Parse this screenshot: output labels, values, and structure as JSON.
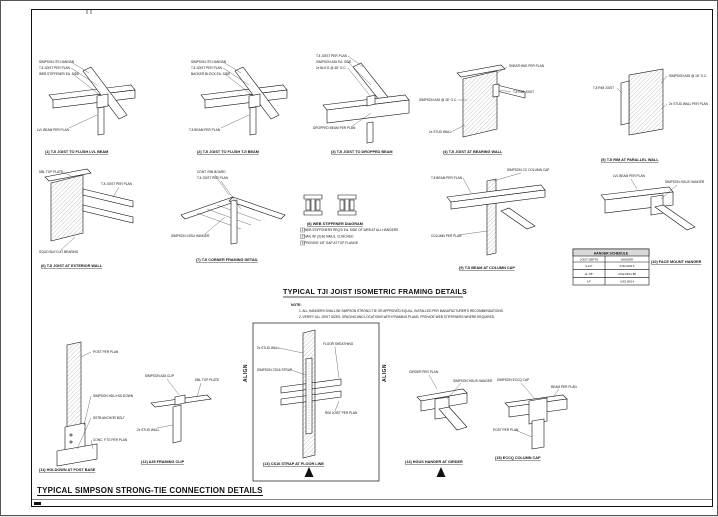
{
  "titles": {
    "framing": "TYPICAL TJI JOIST ISOMETRIC FRAMING DETAILS",
    "connection": "TYPICAL SIMPSON STRONG-TIE CONNECTION DETAILS"
  },
  "general_notes": {
    "label": "NOTE:",
    "line1": "1. ALL HANGERS SHALL BE SIMPSON STRONG-TIE OR APPROVED EQUAL, INSTALLED PER MANUFACTURER'S RECOMMENDATIONS.",
    "line2": "2. VERIFY ALL JOIST SIZES, SPACING AND LOCATIONS WITH FRAMING PLANS. PROVIDE WEB STIFFENERS WHERE REQUIRED."
  },
  "align_label": "ALIGN",
  "hanger_schedule": {
    "title": "HANGER SCHEDULE",
    "col1": "JOIST DEPTH",
    "col2": "HANGER",
    "rows": [
      {
        "joist": "9-1/2\"",
        "hanger": "IUS2.06/9.5"
      },
      {
        "joist": "11-7/8\"",
        "hanger": "IUS2.06/11.88"
      },
      {
        "joist": "14\"",
        "hanger": "IUS2.06/14"
      }
    ]
  },
  "details": {
    "d1": {
      "caption": "(1) TJI JOIST TO FLUSH LVL BEAM",
      "callouts": [
        "SIMPSON ITS HANGER",
        "TJI JOIST PER PLAN",
        "WEB STIFFENER EA. SIDE",
        "LVL BEAM PER PLAN"
      ]
    },
    "d2": {
      "caption": "(2) TJI JOIST TO FLUSH TJI BEAM",
      "callouts": [
        "SIMPSON ITS HANGER",
        "TJI JOIST PER PLAN",
        "BACKER BLOCK EA. SIDE",
        "TJI BEAM PER PLAN"
      ]
    },
    "d3": {
      "caption": "(3) TJI JOIST TO DROPPED BEAM",
      "callouts": [
        "TJI JOIST PER PLAN",
        "SIMPSON A35 EA. SIDE",
        "2x BLK'G @ 48\" O.C.",
        "DROPPED BEAM PER PLAN"
      ]
    },
    "d4": {
      "caption": "(4) TJI JOIST AT BEARING WALL",
      "callouts": [
        "SHEATHING PER PLAN",
        "TJI RIM JOIST",
        "SIMPSON A35 @ 16\" O.C.",
        "2x STUD WALL"
      ]
    },
    "d5": {
      "caption": "(5) TJI RIM AT PARALLEL WALL",
      "callouts": [
        "TJI RIM JOIST",
        "SIMPSON A35 @ 16\" O.C.",
        "2x STUD WALL PER PLAN"
      ]
    },
    "d6": {
      "caption": "(6) TJI JOIST AT EXTERIOR WALL",
      "callouts": [
        "DBL TOP PLATE",
        "TJI JOIST PER PLAN",
        "SOLID BLK'G AT BEARING"
      ]
    },
    "d7": {
      "caption": "(7) TJI CORNER FRAMING DETAIL",
      "callouts": [
        "CONT. RIM BOARD",
        "TJI JOIST PER PLAN",
        "SIMPSON LSSU HANGER"
      ]
    },
    "d8": {
      "caption": "(8) WEB STIFFENER DIAGRAM",
      "notes": [
        "1   WEB STIFFENERS REQ'D EA. SIDE OF WEB AT ALL HANGERS",
        "2   NAIL W/ (3) 8d NAILS, CLINCHED",
        "3   PROVIDE 1/8\" GAP AT TOP FLANGE"
      ]
    },
    "d9": {
      "caption": "(9) TJI BEAM AT COLUMN CAP",
      "callouts": [
        "TJI BEAM PER PLAN",
        "SIMPSON CC COLUMN CAP",
        "COLUMN PER PLAN"
      ]
    },
    "d10": {
      "caption": "(10) FACE MOUNT HANGER",
      "callouts": [
        "LVL BEAM PER PLAN",
        "SIMPSON HGUS HANGER"
      ]
    },
    "d11": {
      "caption": "(11) HOLDOWN AT POST BASE",
      "callouts": [
        "POST PER PLAN",
        "SIMPSON HDU HOLDOWN",
        "SSTB ANCHOR BOLT",
        "CONC. FTG PER PLAN"
      ]
    },
    "d12": {
      "caption": "(12) A35 FRAMING CLIP",
      "callouts": [
        "SIMPSON A35 CLIP",
        "DBL TOP PLATE",
        "2x STUD WALL"
      ]
    },
    "d13": {
      "caption": "(13) CS16 STRAP AT FLOOR LINE",
      "callouts": [
        "2x STUD WALL",
        "SIMPSON CS16 STRAP",
        "RIM JOIST PER PLAN",
        "FLOOR SHEATHING"
      ]
    },
    "d14": {
      "caption": "(14) HGUS HANGER AT GIRDER",
      "callouts": [
        "GIRDER PER PLAN",
        "SIMPSON HGUS HANGER"
      ]
    },
    "d15": {
      "caption": "(15) ECCQ COLUMN CAP",
      "callouts": [
        "SIMPSON ECCQ CAP",
        "BEAM PER PLAN",
        "POST PER PLAN"
      ]
    }
  }
}
